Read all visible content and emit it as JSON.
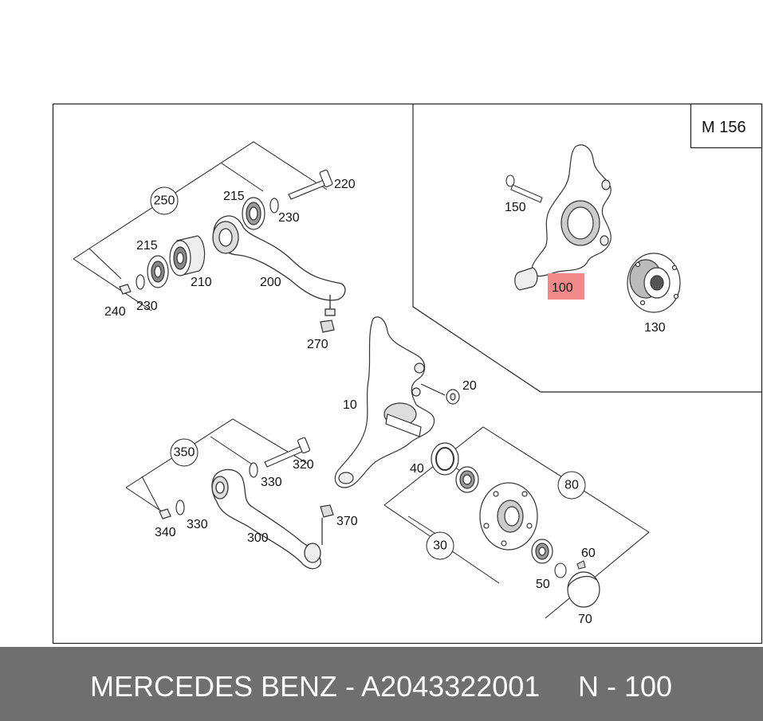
{
  "diagram": {
    "model_code": "M 156",
    "highlight_color": "#f08a8a",
    "labels": {
      "p220": "220",
      "p215a": "215",
      "p230a": "230",
      "p250": "250",
      "p215b": "215",
      "p210": "210",
      "p200": "200",
      "p240": "240",
      "p230b": "230",
      "p270": "270",
      "p150": "150",
      "p100": "100",
      "p130": "130",
      "p10": "10",
      "p20": "20",
      "p350": "350",
      "p320": "320",
      "p330a": "330",
      "p340": "340",
      "p330b": "330",
      "p300": "300",
      "p370": "370",
      "p40": "40",
      "p80": "80",
      "p30": "30",
      "p60": "60",
      "p50": "50",
      "p70": "70"
    }
  },
  "footer": {
    "brand_part": "MERCEDES BENZ - A2043322001",
    "position_label": "N - 100",
    "background": "#6f6f6f"
  }
}
